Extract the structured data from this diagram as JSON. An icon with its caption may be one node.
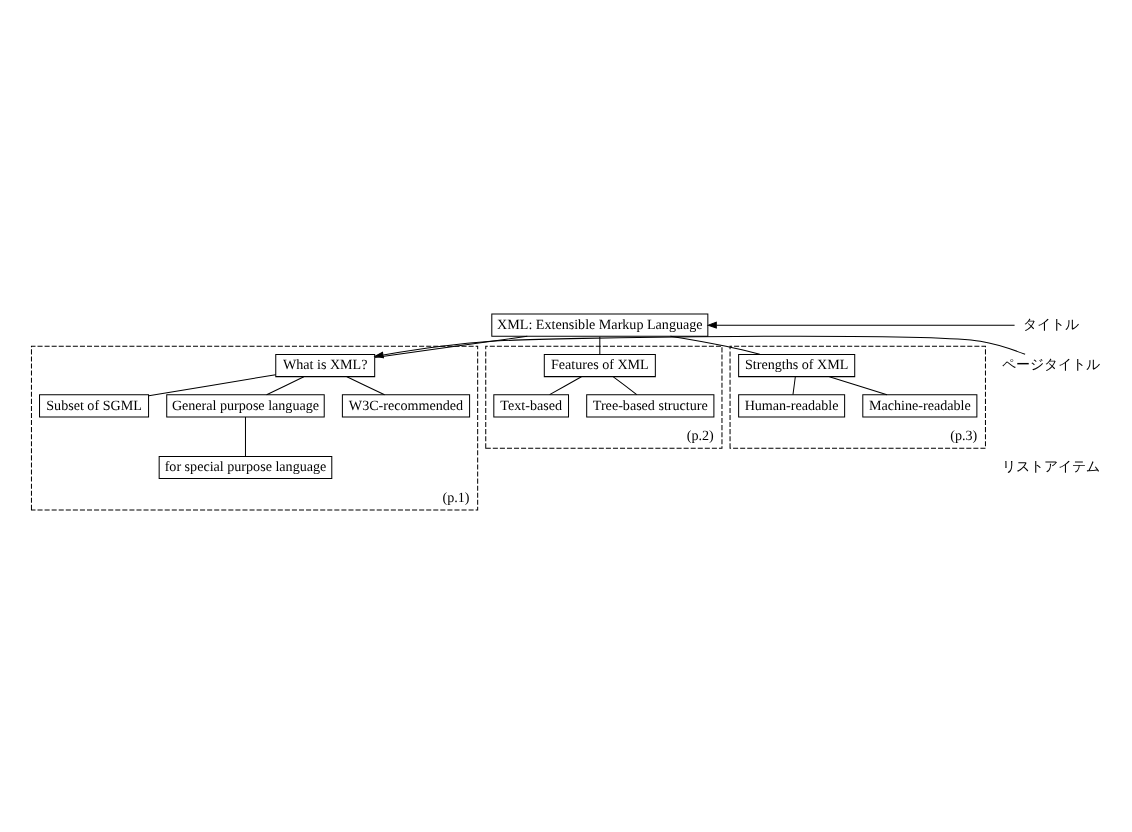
{
  "diagram": {
    "nodes": [
      {
        "text": [
          "XML: Extensible Markup Language"
        ]
      },
      {
        "text": [
          "(p.1)"
        ]
      },
      {
        "text": [
          "What is XML?"
        ],
        "in": 1
      },
      {
        "text": [
          "Subset of SGML"
        ],
        "in": 1
      },
      {
        "text": [
          "General purpose language"
        ],
        "in": 1
      },
      {
        "text": [
          "for special purpose language"
        ],
        "in": 1
      },
      {
        "text": [
          "W3C-recommended"
        ],
        "in": 1
      },
      {
        "text": [
          "(p.2)"
        ]
      },
      {
        "text": [
          "Features of XML"
        ],
        "in": 7
      },
      {
        "text": [
          "Text-based"
        ],
        "in": 7
      },
      {
        "text": [
          "Tree-based structure"
        ],
        "in": 7
      },
      {
        "text": [
          "(p.3)"
        ]
      },
      {
        "text": [
          "Strengths of XML"
        ],
        "in": 11
      },
      {
        "text": [
          "Human-readable"
        ],
        "in": 11
      },
      {
        "text": [
          "Machine-readable"
        ],
        "in": 11
      },
      {
        "text": [
          "タイトル"
        ]
      },
      {
        "text": [
          "ページタイトル"
        ]
      }
    ],
    "edges": [
      {
        "from": 15,
        "to": 0,
        "arrow": "to"
      },
      {
        "from": 16,
        "to": 2,
        "arrow": "to"
      },
      {
        "from": 0,
        "to": 2,
        "arrow": "none"
      },
      {
        "from": 2,
        "to": 3,
        "arrow": "none"
      },
      {
        "from": 2,
        "to": 4,
        "arrow": "none"
      },
      {
        "from": 4,
        "to": 5,
        "arrow": "none"
      },
      {
        "from": 2,
        "to": 6,
        "arrow": "none"
      },
      {
        "from": 0,
        "to": 8,
        "arrow": "none"
      },
      {
        "from": 8,
        "to": 9,
        "arrow": "none"
      },
      {
        "from": 8,
        "to": 10,
        "arrow": "none"
      },
      {
        "from": 0,
        "to": 12,
        "arrow": "none"
      },
      {
        "from": 12,
        "to": 13,
        "arrow": "none"
      },
      {
        "from": 12,
        "to": 14,
        "arrow": "none"
      }
    ],
    "labels": [
      "リストアイテム"
    ]
  }
}
